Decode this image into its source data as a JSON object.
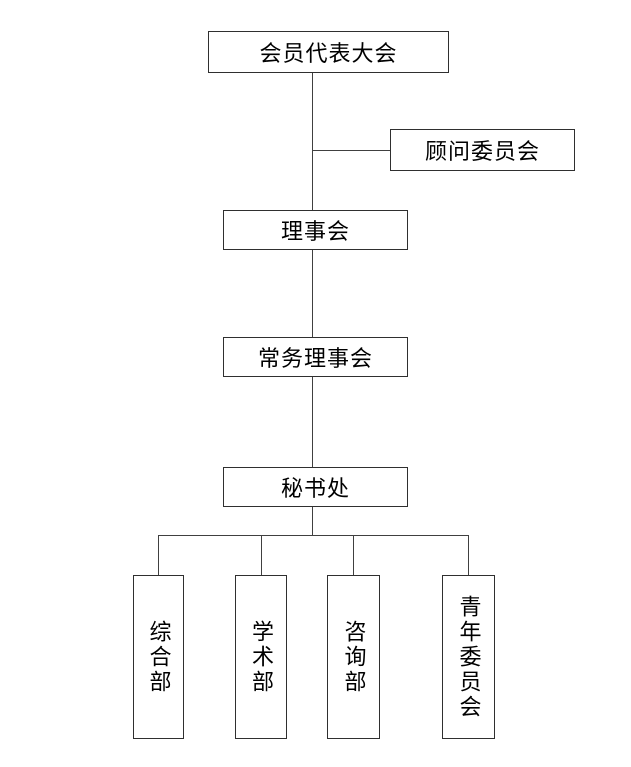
{
  "nodes": {
    "assembly": {
      "label": "会员代表大会"
    },
    "advisory": {
      "label": "顾问委员会"
    },
    "council": {
      "label": "理事会"
    },
    "standing_council": {
      "label": "常务理事会"
    },
    "secretariat": {
      "label": "秘书处"
    },
    "dept_general": {
      "label": "综合部"
    },
    "dept_academic": {
      "label": "学术部"
    },
    "dept_consulting": {
      "label": "咨询部"
    },
    "youth_committee": {
      "label": "青年委员会"
    }
  },
  "colors": {
    "background": "#ffffff",
    "border": "#2f2f2f",
    "line": "#404040",
    "text": "#000000"
  }
}
